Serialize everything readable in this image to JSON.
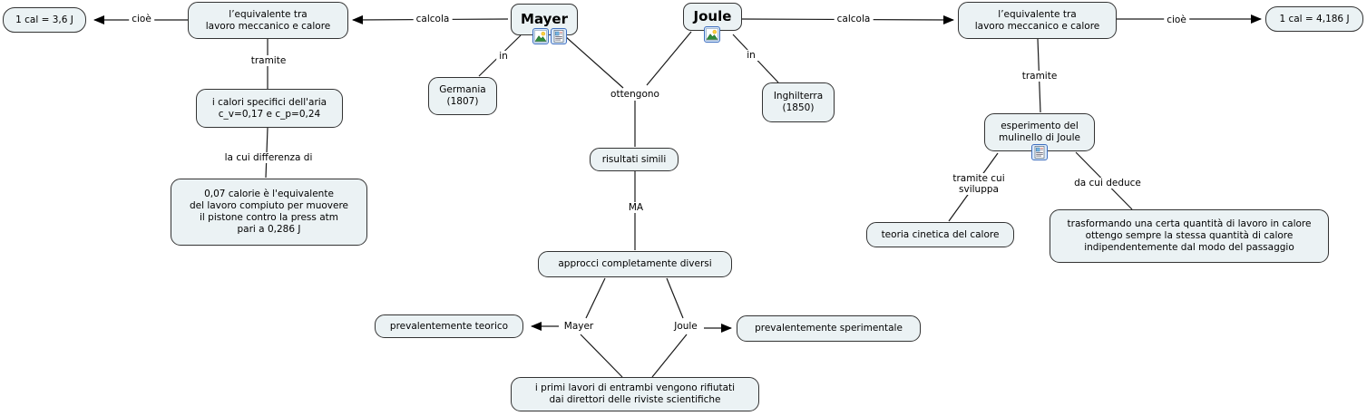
{
  "colors": {
    "node_fill": "#ebf2f4",
    "node_border": "#333333",
    "connector": "#1a1a1a",
    "icon_frame": "#3f6fbf",
    "background": "#ffffff"
  },
  "icons": {
    "mayer_resources": [
      "image-icon",
      "document-icon"
    ],
    "joule_resources": [
      "image-icon"
    ],
    "esperimento_resources": [
      "document-icon"
    ]
  },
  "concepts": {
    "cal_3_6": "1 cal = 3,6 J",
    "equiv_left": "l’equivalente tra\nlavoro meccanico e calore",
    "calori_specifici": "i calori specifici dell'aria\nc_v=0,17 e c_p=0,24",
    "calorie_007": "0,07 calorie è l'equivalente\ndel lavoro compiuto per muovere\nil pistone contro la press atm\npari a 0,286 J",
    "mayer": "Mayer",
    "germania": "Germania\n(1807)",
    "joule": "Joule",
    "inghilterra": "Inghilterra\n(1850)",
    "equiv_right": "l’equivalente tra\nlavoro meccanico e calore",
    "cal_4_186": "1 cal = 4,186 J",
    "esperimento": "esperimento del\nmulinello di Joule",
    "teoria_cinetica": "teoria cinetica del calore",
    "trasformando": "trasformando una certa quantità di lavoro in calore\nottengo sempre la stessa quantità di calore\nindipendentemente dal modo del passaggio",
    "risultati_simili": "risultati simili",
    "approcci_diversi": "approcci completamente diversi",
    "teorico": "prevalentemente teorico",
    "sperimentale": "prevalentemente sperimentale",
    "primi_lavori": "i primi lavori di entrambi vengono rifiutati\ndai direttori delle riviste scientifiche"
  },
  "links": {
    "cioe_left": "cioè",
    "calcola_left": "calcola",
    "tramite_left": "tramite",
    "differenza": "la cui differenza di",
    "in_mayer": "in",
    "ottengono": "ottengono",
    "in_joule": "in",
    "calcola_right": "calcola",
    "cioe_right": "cioè",
    "tramite_right": "tramite",
    "ma": "MA",
    "sviluppa": "tramite cui\nsviluppa",
    "deduce": "da cui deduce",
    "mayer_confronto": "Mayer",
    "joule_confronto": "Joule"
  }
}
